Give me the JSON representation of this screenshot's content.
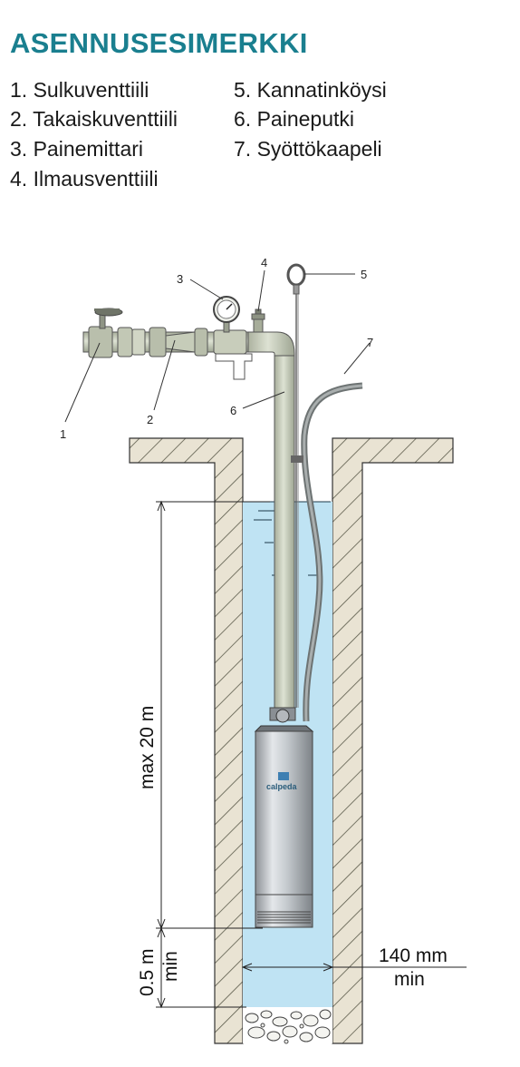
{
  "title": "ASENNUSESIMERKKI",
  "legend": [
    "1. Sulkuventtiili",
    "2. Takaiskuventtiili",
    "3. Painemittari",
    "4. Ilmausventtiili",
    "5. Kannatinköysi",
    "6. Paineputki",
    "7. Syöttökaapeli"
  ],
  "diagram": {
    "callouts": [
      "1",
      "2",
      "3",
      "4",
      "5",
      "6",
      "7"
    ],
    "depth_label": "max 20 m",
    "clearance_label_1": "0.5 m",
    "clearance_label_2": "min",
    "diameter_label_1": "140 mm",
    "diameter_label_2": "min",
    "brand": "calpeda"
  },
  "colors": {
    "title": "#1a7f8f",
    "water": "#bfe3f3",
    "wall": "#e8e2d2",
    "pipe": "#c9cfbe",
    "pump": "#c7cbcf"
  }
}
